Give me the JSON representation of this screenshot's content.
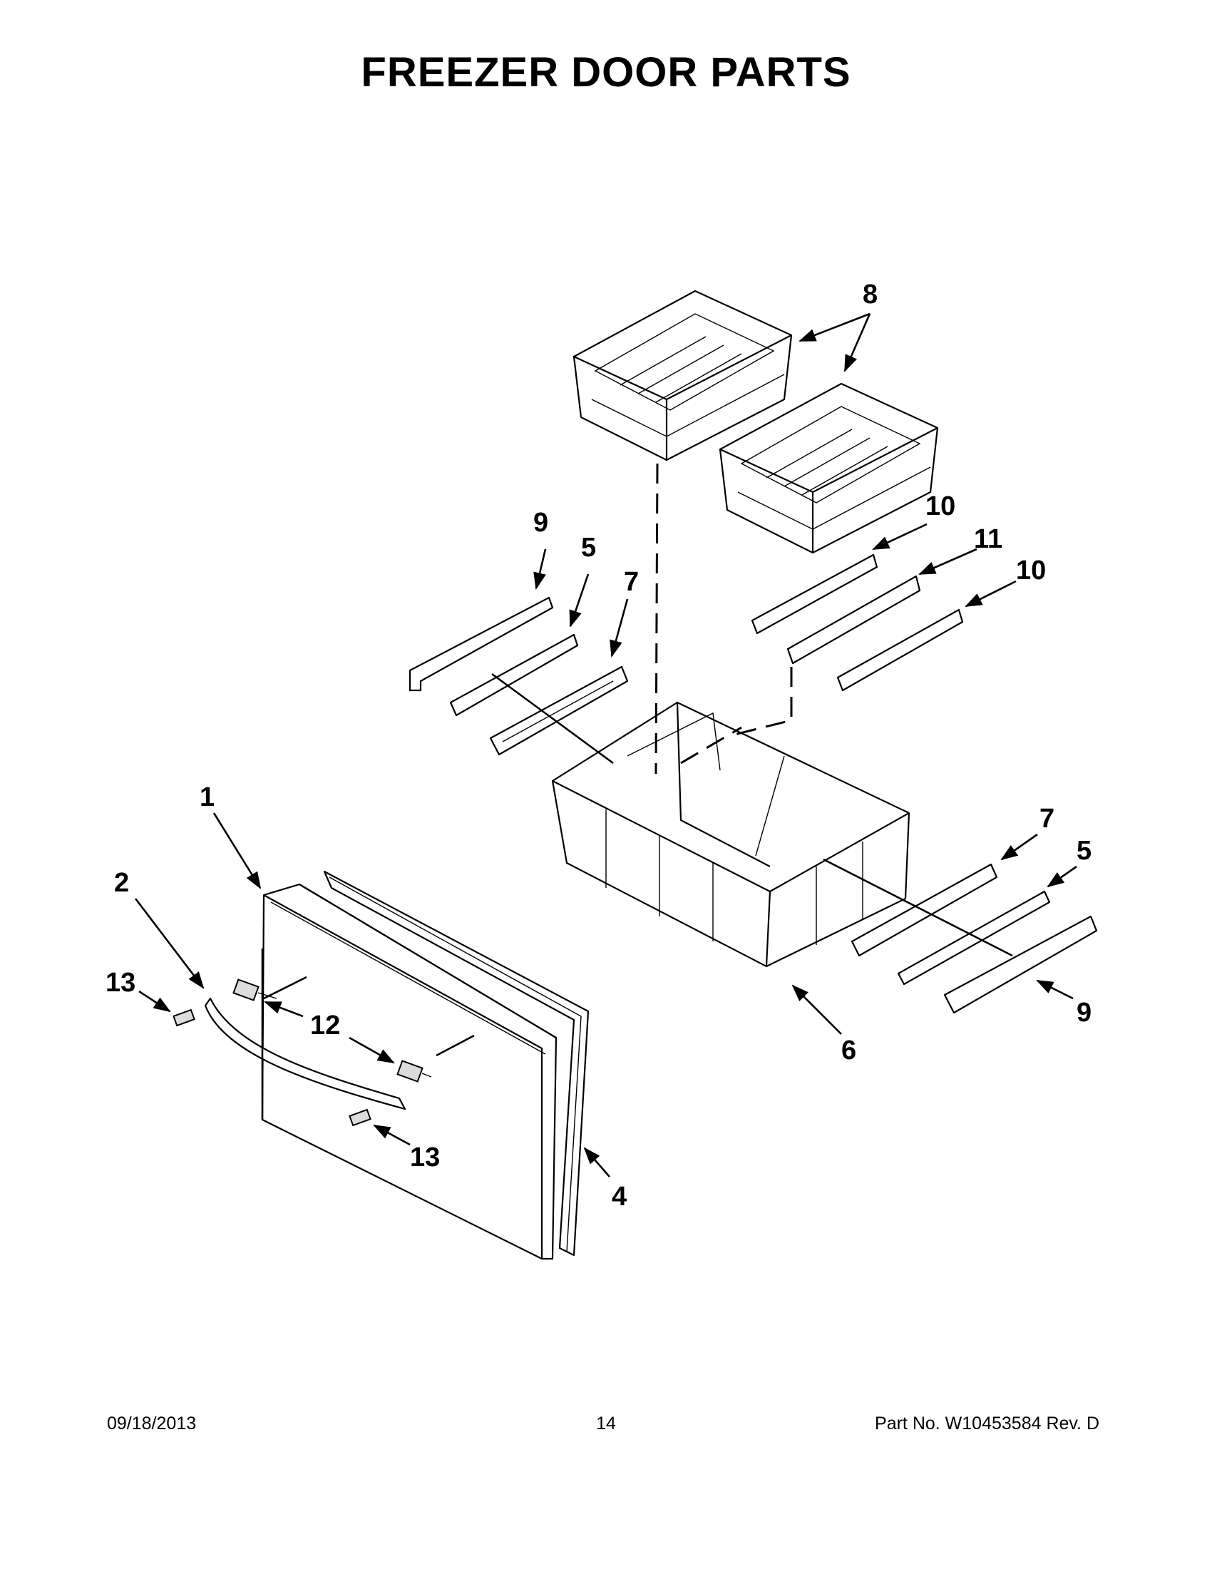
{
  "title": "FREEZER DOOR PARTS",
  "footer": {
    "date": "09/18/2013",
    "page": "14",
    "part_no": "Part No.  W10453584  Rev.  D"
  },
  "callouts": {
    "c1": "1",
    "c2": "2",
    "c4": "4",
    "c5_left": "5",
    "c5_right": "5",
    "c6": "6",
    "c7_left": "7",
    "c7_right": "7",
    "c8": "8",
    "c9_left": "9",
    "c9_right": "9",
    "c10_top": "10",
    "c10_bottom": "10",
    "c11": "11",
    "c12": "12",
    "c13_left": "13",
    "c13_bottom": "13"
  }
}
